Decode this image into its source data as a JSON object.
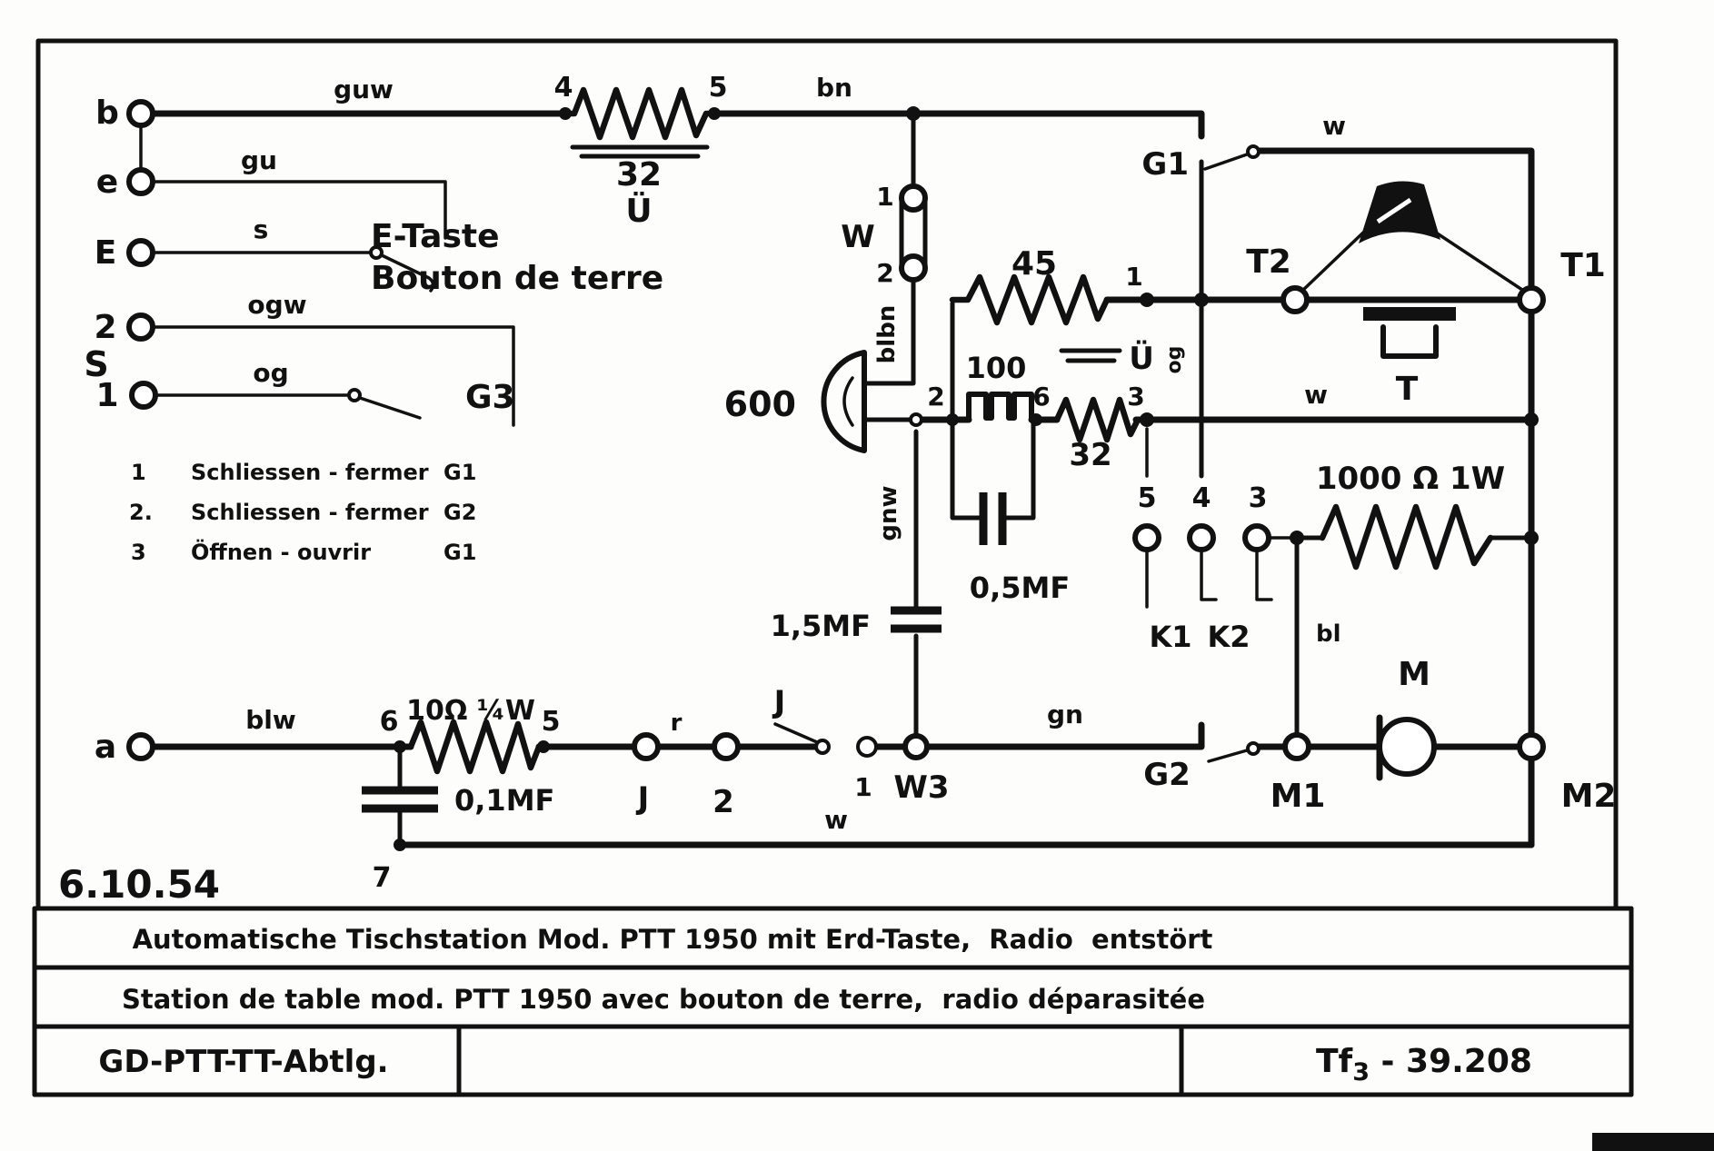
{
  "drawing": {
    "date": "6.10.54",
    "title_de": "Automatische Tischstation Mod. PTT 1950 mit Erd-Taste,  Radio  entstört",
    "title_fr": "Station de table mod. PTT 1950 avec bouton de terre,  radio déparasitée",
    "department": "GD-PTT-TT-Abtlg.",
    "number": {
      "prefix": "Tf",
      "sub": "3",
      "rest": " - 39.208"
    }
  },
  "legend": {
    "rows": [
      {
        "num": "1",
        "text": "Schliessen - fermer",
        "ref": "G1"
      },
      {
        "num": "2.",
        "text": "Schliessen - fermer",
        "ref": "G2"
      },
      {
        "num": "3",
        "text": "Öffnen  -  ouvrir",
        "ref": "G1"
      }
    ]
  },
  "terminals": {
    "b": "b",
    "e": "e",
    "earth": "E",
    "s_upper": "2",
    "s": "S",
    "s_lower": "1",
    "a": "a",
    "j": "J",
    "two": "2",
    "t5": "5",
    "t4": "4",
    "t3": "3",
    "k1": "K1",
    "k2": "K2",
    "m1": "M1",
    "m2": "M2",
    "t1": "T1",
    "t2": "T2"
  },
  "wires": {
    "guw": "guw",
    "gu": "gu",
    "s": "s",
    "ogw": "ogw",
    "og": "og",
    "bn": "bn",
    "blbn": "blbn",
    "gnw": "gnw",
    "gn": "gn",
    "blw": "blw",
    "bl": "bl",
    "r": "r",
    "og_rot": "og",
    "w_top": "w",
    "w_mid": "w",
    "w_bottom": "w"
  },
  "components": {
    "res32_top": {
      "value": "32",
      "unit": "Ü"
    },
    "pt4": "4",
    "pt5": "5",
    "fuse": {
      "t1": "1",
      "name": "W",
      "t2": "2"
    },
    "receiver": "600",
    "node2": "2",
    "node6": "6",
    "coil": "100",
    "res45": "45",
    "pt1": "1",
    "core": "Ü",
    "res32": "32",
    "pt3": "3",
    "cap05": "0,5MF",
    "cap15": "1,5MF",
    "cap01": "0,1MF",
    "res1000": "1000 Ω 1W",
    "res10": "10Ω ¼W",
    "pt6": "6",
    "pt5b": "5",
    "pt7": "7",
    "w3_1": "1",
    "w3": "W3",
    "j_switch": "J",
    "g1": "G1",
    "g2": "G2",
    "g3": "G3",
    "mic": "T",
    "motor": "M",
    "e_key": {
      "de": "E-Taste",
      "fr": "Bouton de terre"
    }
  }
}
